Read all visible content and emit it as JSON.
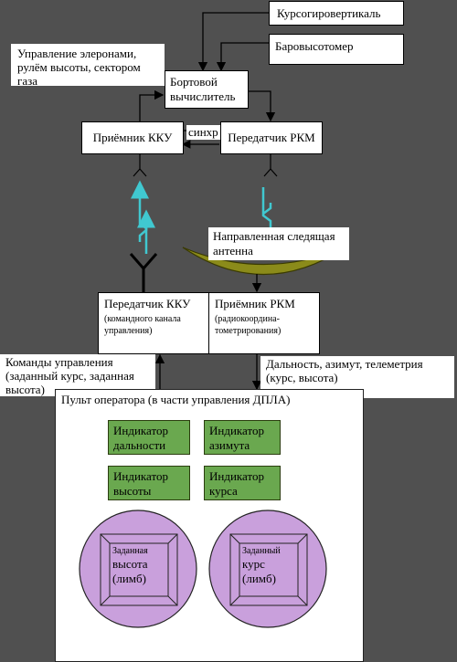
{
  "nodes": {
    "gyro": "Курсогировертикаль",
    "baro": "Баровысотомер",
    "control_output": "Управление элеронами, рулём высоты, сектором газа",
    "computer": "Бортовой вычислитель",
    "rx_kku": "Приёмник ККУ",
    "sync": "синхр",
    "tx_rkm": "Передатчик РКМ",
    "antenna_label": "Направленная следящая антенна",
    "tx_kku": "Передатчик ККУ",
    "tx_kku_sub": "(командного канала управления)",
    "rx_rkm": "Приёмник РКМ",
    "rx_rkm_sub": "(радиокоордина-тометрирования)",
    "commands": "Команды управления (заданный курс, заданная высота)",
    "telemetry": "Дальность, азимут, телеметрия (курс, высота)",
    "console_title": "Пульт оператора (в части управления ДПЛА)"
  },
  "indicators": [
    "Индикатор дальности",
    "Индикатор азимута",
    "Индикатор высоты",
    "Индикатор курса"
  ],
  "dials": [
    {
      "small": "Заданная",
      "big": "высота (лимб)"
    },
    {
      "small": "Заданный",
      "big": "курс (лимб)"
    }
  ],
  "colors": {
    "background": "#505050",
    "indicator": "#6aa84f",
    "dial": "#c9a0dc",
    "antenna": "#8b8b1a",
    "radio_link": "#40c8d0"
  }
}
